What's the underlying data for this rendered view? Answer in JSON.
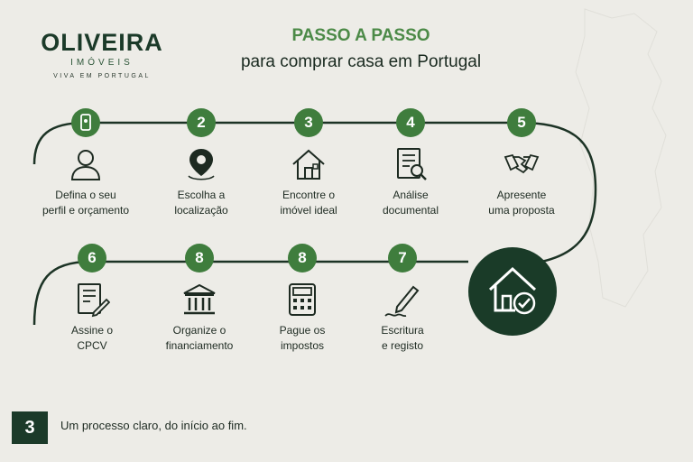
{
  "brand": {
    "name": "OLIVEIRA",
    "sub": "IMÓVEIS",
    "tagline": "VIVA EM PORTUGAL"
  },
  "title": {
    "line1": "PASSO A PASSO",
    "line2": "para comprar casa em Portugal"
  },
  "steps": [
    {
      "number": "",
      "icon": "person-icon",
      "label": [
        "Defina o seu",
        "perfil e orçamento"
      ]
    },
    {
      "number": "2",
      "icon": "location-pin-icon",
      "label": [
        "Escolha a",
        "localização"
      ]
    },
    {
      "number": "3",
      "icon": "house-icon",
      "label": [
        "Encontre o",
        "imóvel ideal"
      ]
    },
    {
      "number": "4",
      "icon": "document-search-icon",
      "label": [
        "Análise",
        "documental"
      ]
    },
    {
      "number": "5",
      "icon": "handshake-icon",
      "label": [
        "Apresente",
        "uma proposta"
      ]
    },
    {
      "number": "6",
      "icon": "document-sign-icon",
      "label": [
        "Assine o",
        "CPCV"
      ]
    },
    {
      "number": "8",
      "icon": "bank-icon",
      "label": [
        "Organize o",
        "financiamento"
      ]
    },
    {
      "number": "8",
      "icon": "calculator-icon",
      "label": [
        "Pague os",
        "impostos"
      ]
    },
    {
      "number": "7",
      "icon": "pen-signature-icon",
      "label": [
        "Escritura",
        "e registo"
      ]
    }
  ],
  "final": {
    "icon": "house-check-icon"
  },
  "footer": {
    "badge": "3",
    "text": "Um processo claro, do início ao fim."
  },
  "colors": {
    "accent": "#3f7d3d",
    "dark": "#1a3b28",
    "background": "#edece7"
  }
}
